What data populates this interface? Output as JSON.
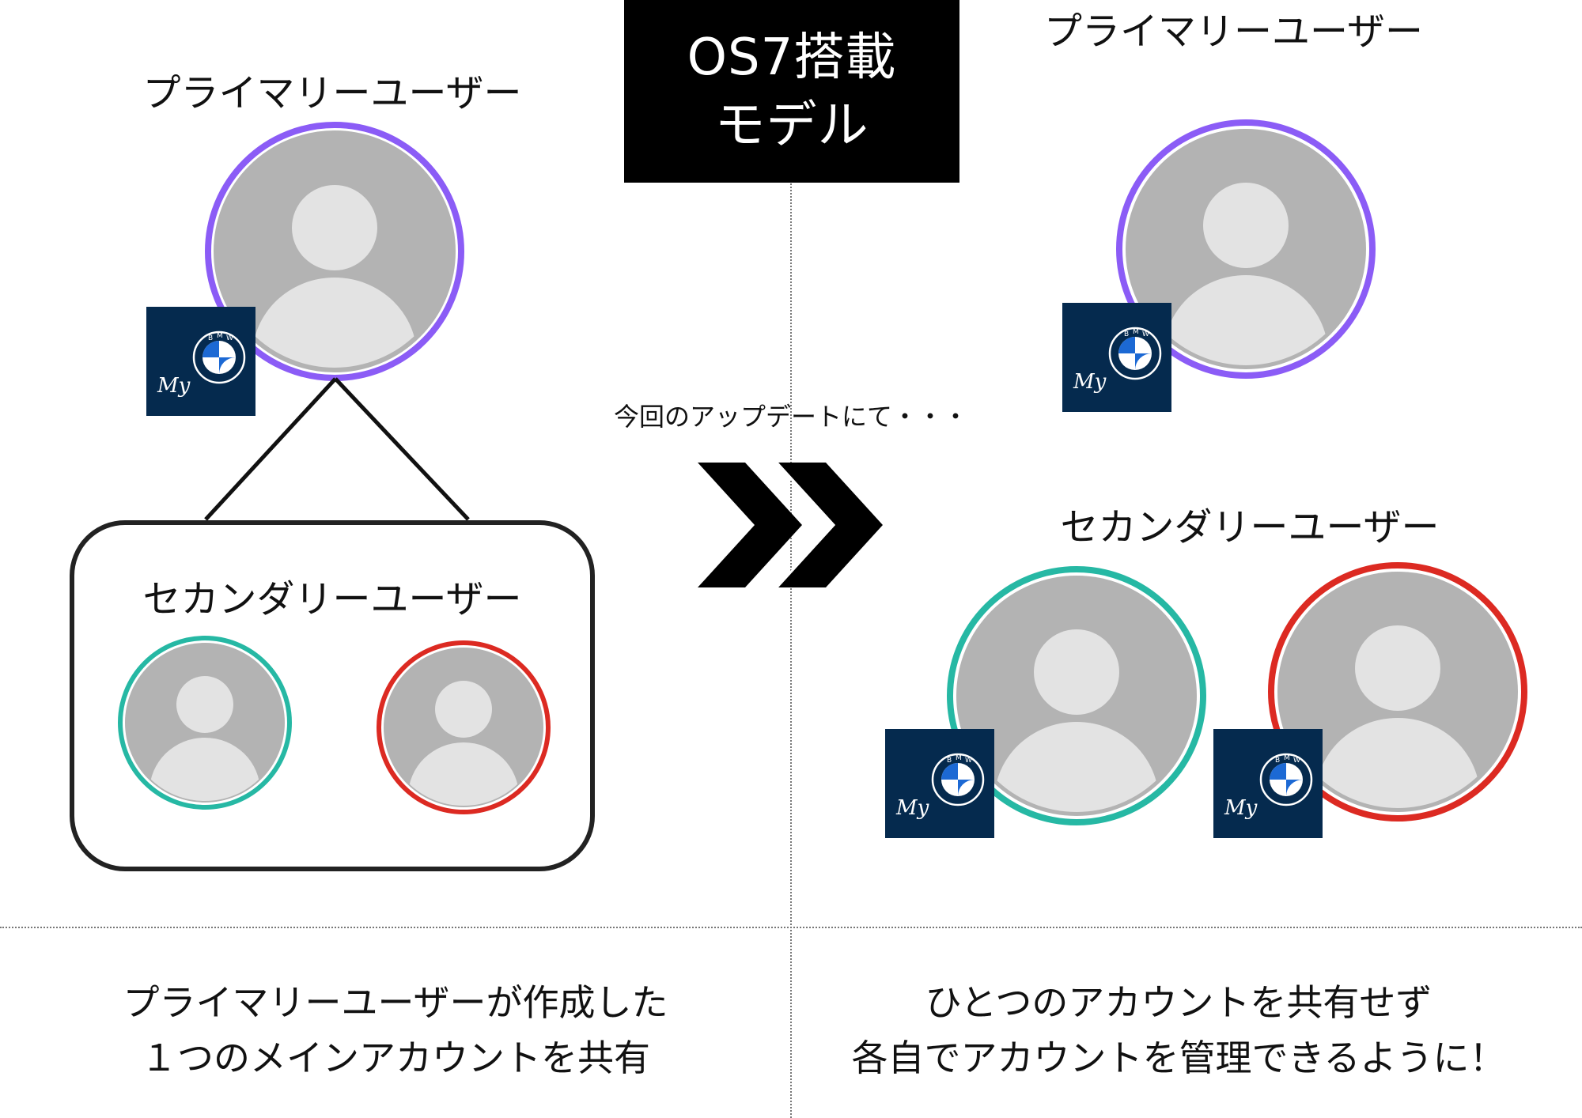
{
  "title": {
    "line1": "OS7搭載",
    "line2": "モデル"
  },
  "left": {
    "primary_label": "プライマリーユーザー",
    "secondary_label": "セカンダリーユーザー",
    "caption_line1": "プライマリーユーザーが作成した",
    "caption_line2": "１つのメインアカウントを共有"
  },
  "middle": {
    "update_text": "今回のアップデートにて・・・"
  },
  "right": {
    "primary_label": "プライマリーユーザー",
    "secondary_label": "セカンダリーユーザー",
    "caption_line1": "ひとつのアカウントを共有せず",
    "caption_line2": "各自でアカウントを管理できるように！"
  },
  "logo": {
    "script_text": "My",
    "letters": [
      "B",
      "M",
      "W"
    ]
  },
  "colors": {
    "primary_ring": "#8b5cf6",
    "secondary_ring_teal": "#26b8a4",
    "secondary_ring_red": "#dc2a22",
    "avatar_bg": "#b3b3b3",
    "avatar_figure": "#e3e3e3",
    "logo_bg": "#052a4e",
    "bmw_blue": "#1c69d4"
  },
  "icons": [
    "user-avatar-icon",
    "my-bmw-app-icon",
    "double-chevron-right-icon"
  ]
}
